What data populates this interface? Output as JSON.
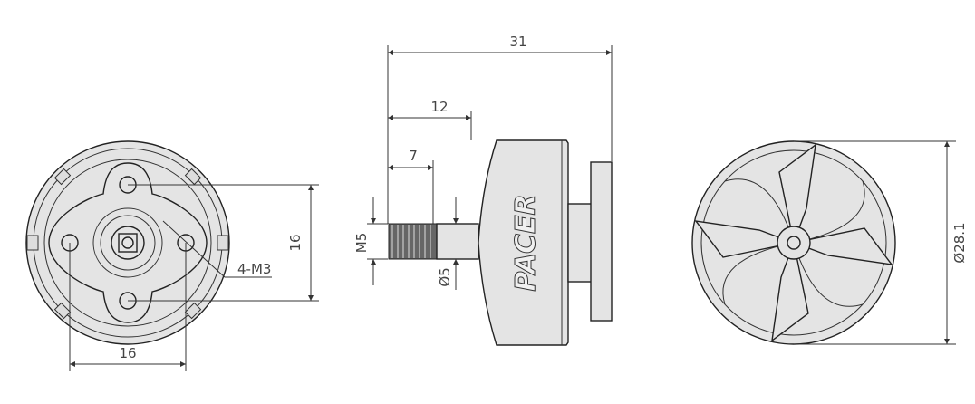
{
  "drawing": {
    "brand_logo": "PACER",
    "bottom_view": {
      "hole_spacing_horizontal": "16",
      "hole_spacing_vertical": "16",
      "mount_holes": "4-M3"
    },
    "side_view": {
      "overall_length": "31",
      "shaft_length": "12",
      "thread_length": "7",
      "thread_size": "M5",
      "shaft_diameter": "Ø5"
    },
    "top_view": {
      "bell_diameter": "Ø28.1"
    }
  }
}
